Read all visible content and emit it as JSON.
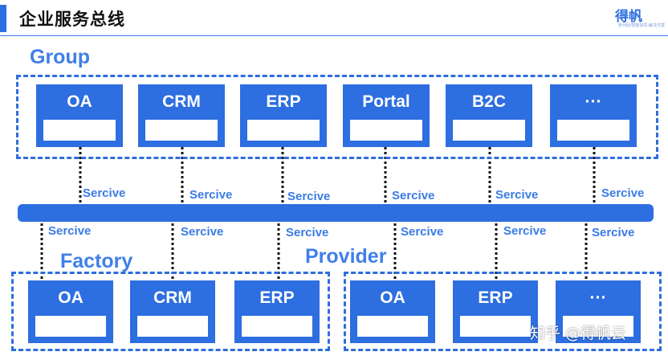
{
  "header": {
    "title": "企业服务总线"
  },
  "logo": {
    "name": "得帆",
    "sub": "低代码/智能协同·解决方案"
  },
  "group": {
    "label": "Group",
    "systems": [
      "OA",
      "CRM",
      "ERP",
      "Portal",
      "B2C",
      "···"
    ]
  },
  "factory": {
    "label": "Factory",
    "systems": [
      "OA",
      "CRM",
      "ERP"
    ]
  },
  "provider": {
    "label": "Provider",
    "systems": [
      "OA",
      "ERP",
      "···"
    ]
  },
  "service_label": "Sercive",
  "watermark": "知乎 @得帆云",
  "colors": {
    "accent": "#2d6ee0",
    "label": "#3f7fe8",
    "connector": "#111111"
  }
}
